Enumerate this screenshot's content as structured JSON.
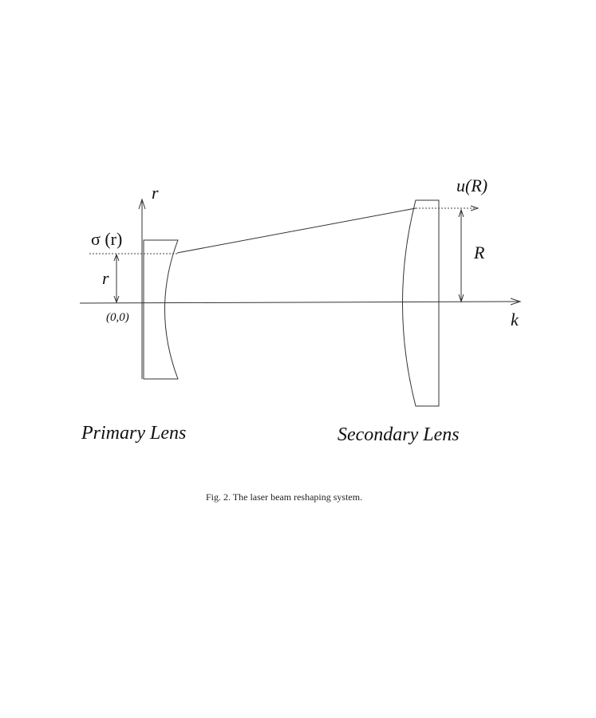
{
  "labels": {
    "axis_r": "r",
    "sigma_r": "σ (r)",
    "radius_r": "r",
    "origin": "(0,0)",
    "u_R": "u(R)",
    "radius_R": "R",
    "axis_k": "k",
    "primary_lens": "Primary Lens",
    "secondary_lens": "Secondary Lens"
  },
  "caption": "Fig. 2. The laser beam reshaping system."
}
